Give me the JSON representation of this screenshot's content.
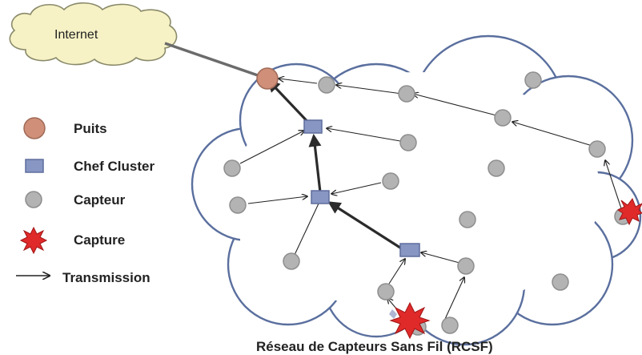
{
  "internet": {
    "label": "Internet"
  },
  "legend": {
    "sink": "Puits",
    "cluster_head": "Chef Cluster",
    "sensor": "Capteur",
    "capture": "Capture",
    "transmission": "Transmission"
  },
  "caption": "Réseau de Capteurs Sans Fil (RCSF)",
  "colors": {
    "sink": "#cf8f78",
    "cluster_head": "#8796c2",
    "sensor": "#b3b3b3",
    "capture": "#e02a2a",
    "internet_cloud": "#f6f2c6",
    "network_cloud_outline": "#5a6f9e"
  },
  "icons": [
    "cloud-icon",
    "capture-burst-icon",
    "arrow-icon"
  ]
}
